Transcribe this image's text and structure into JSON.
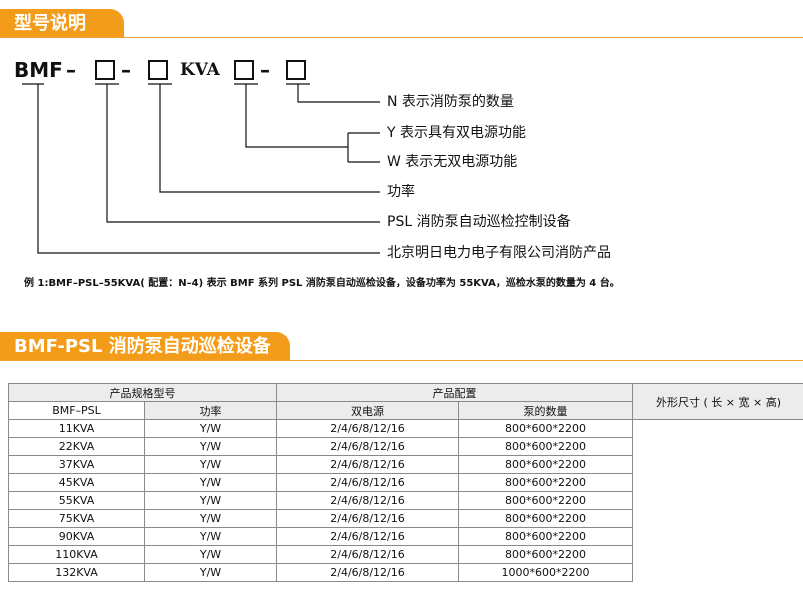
{
  "sections": {
    "model_title": "型号说明",
    "product_title": "BMF-PSL 消防泵自动巡检设备"
  },
  "model_code": {
    "prefix": "BMF",
    "dash": "–",
    "unit": "KVA"
  },
  "descriptions": {
    "pump_count": "N 表示消防泵的数量",
    "dual_power": "Y 表示具有双电源功能",
    "no_dual_power": "W 表示无双电源功能",
    "power": "功率",
    "product": "PSL 消防泵自动巡检控制设备",
    "company": "北京明日电力电子有限公司消防产品"
  },
  "example": "例 1:BMF–PSL–55KVA( 配置：N–4) 表示 BMF 系列 PSL 消防泵自动巡检设备，设备功率为 55KVA，巡检水泵的数量为 4 台。",
  "table": {
    "header": {
      "model_spec": "产品规格型号",
      "config": "产品配置",
      "dimensions": "外形尺寸 ( 长 × 宽 × 高)",
      "power": "功率",
      "dual_source": "双电源",
      "pump_count": "泵的数量"
    },
    "model": "BMF–PSL",
    "rows": [
      {
        "power": "11KVA",
        "dual": "Y/W",
        "pumps": "2/4/6/8/12/16",
        "size": "800*600*2200"
      },
      {
        "power": "22KVA",
        "dual": "Y/W",
        "pumps": "2/4/6/8/12/16",
        "size": "800*600*2200"
      },
      {
        "power": "37KVA",
        "dual": "Y/W",
        "pumps": "2/4/6/8/12/16",
        "size": "800*600*2200"
      },
      {
        "power": "45KVA",
        "dual": "Y/W",
        "pumps": "2/4/6/8/12/16",
        "size": "800*600*2200"
      },
      {
        "power": "55KVA",
        "dual": "Y/W",
        "pumps": "2/4/6/8/12/16",
        "size": "800*600*2200"
      },
      {
        "power": "75KVA",
        "dual": "Y/W",
        "pumps": "2/4/6/8/12/16",
        "size": "800*600*2200"
      },
      {
        "power": "90KVA",
        "dual": "Y/W",
        "pumps": "2/4/6/8/12/16",
        "size": "800*600*2200"
      },
      {
        "power": "110KVA",
        "dual": "Y/W",
        "pumps": "2/4/6/8/12/16",
        "size": "800*600*2200"
      },
      {
        "power": "132KVA",
        "dual": "Y/W",
        "pumps": "2/4/6/8/12/16",
        "size": "1000*600*2200"
      }
    ]
  },
  "colors": {
    "accent": "#f39c1a",
    "header_bg": "#ececec",
    "border": "#8a8a8a"
  }
}
